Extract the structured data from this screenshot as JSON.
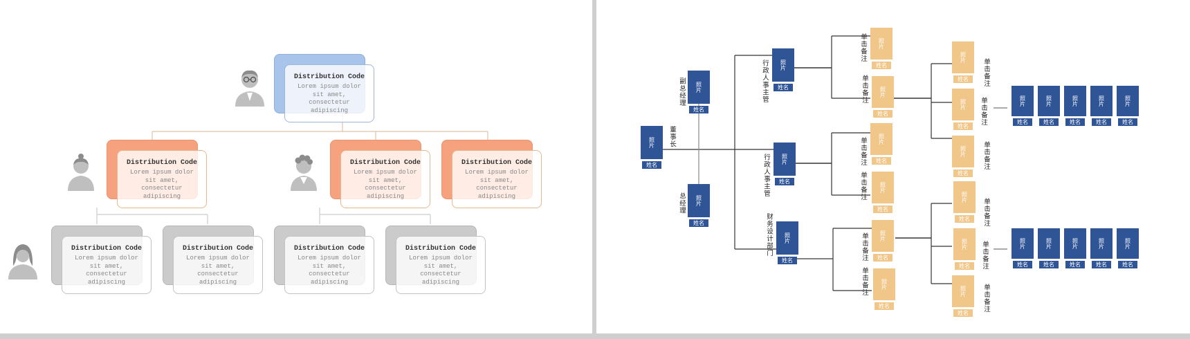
{
  "colors": {
    "blue_accent": "#9fbfe6",
    "orange_accent": "#f6a381",
    "gray_accent": "#c8c8c8",
    "navy_box": "#2f5597",
    "tan_box": "#f0c689"
  },
  "icons": [
    "man-with-glasses-icon",
    "bun-hair-woman-icon",
    "curly-hair-person-icon",
    "long-hair-woman-icon"
  ],
  "node": {
    "title": "Distribution  Code",
    "body": [
      "Lorem ipsum dolor",
      "sit amet,",
      "consectetur",
      "adipiscing"
    ]
  },
  "org": {
    "chairman": "董事长",
    "vice_gm": "副总经理",
    "gm": "总经理",
    "admin_hr_1": "行政人事主管",
    "admin_hr_2": "行政人事主管",
    "finance": "财务设计部门",
    "note": "单击备注",
    "photo": "照片",
    "name": "姓名"
  }
}
